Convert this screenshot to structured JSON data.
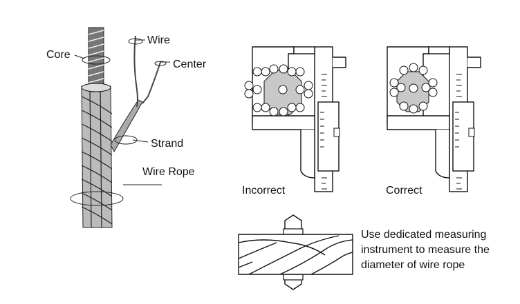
{
  "labels": {
    "core": "Core",
    "wire": "Wire",
    "center": "Center",
    "strand": "Strand",
    "wire_rope": "Wire Rope",
    "incorrect": "Incorrect",
    "correct": "Correct"
  },
  "note": {
    "line1": "Use dedicated measuring",
    "line2": "instrument to measure the",
    "line3": "diameter of wire rope"
  },
  "colors": {
    "ink": "#111111",
    "fill_gray": "#c8c8c8",
    "paper": "#ffffff"
  }
}
